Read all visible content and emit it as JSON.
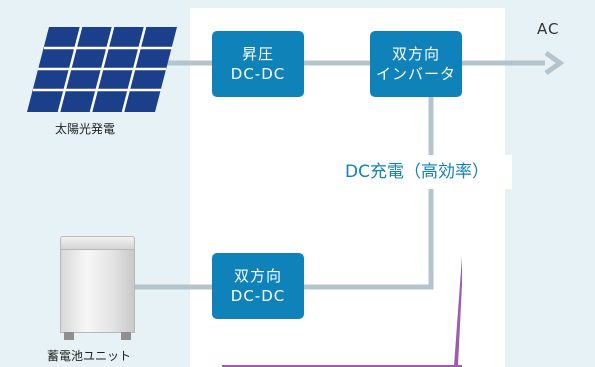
{
  "diagram": {
    "ac_label": "AC",
    "boxes": {
      "boost": {
        "line1": "昇圧",
        "line2": "DC-DC"
      },
      "inverter": {
        "line1": "双方向",
        "line2": "インバータ"
      },
      "dcdc": {
        "line1": "双方向",
        "line2": "DC-DC"
      }
    },
    "dc_charge_label": "DC充電（高効率）",
    "solar_label": "太陽光発電",
    "battery_label": "蓄電池ユニット",
    "colors": {
      "box": "#0e82b9",
      "wire": "#b3c4cd",
      "callout": "#9e5bb0",
      "background": "#e6f2f6",
      "solar_cell": "#1b3f8a"
    }
  }
}
